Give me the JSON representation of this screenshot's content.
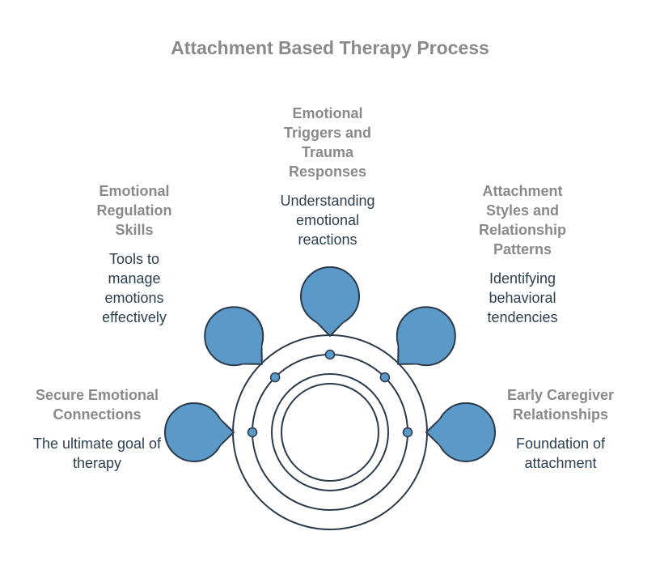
{
  "title": "Attachment Based Therapy Process",
  "colors": {
    "bubble_fill": "#5b99c8",
    "stroke": "#2a3a4a",
    "heading": "#8a8a8a",
    "text": "#2e3f4f"
  },
  "stages": [
    {
      "heading": "Secure Emotional Connections",
      "description": "The ultimate goal of therapy"
    },
    {
      "heading": "Emotional Regulation Skills",
      "description": "Tools to manage emotions effectively"
    },
    {
      "heading": "Emotional Triggers and Trauma Responses",
      "description": "Understanding emotional reactions"
    },
    {
      "heading": "Attachment Styles and Relationship Patterns",
      "description": "Identifying behavioral tendencies"
    },
    {
      "heading": "Early Caregiver Relationships",
      "description": "Foundation of attachment"
    }
  ]
}
